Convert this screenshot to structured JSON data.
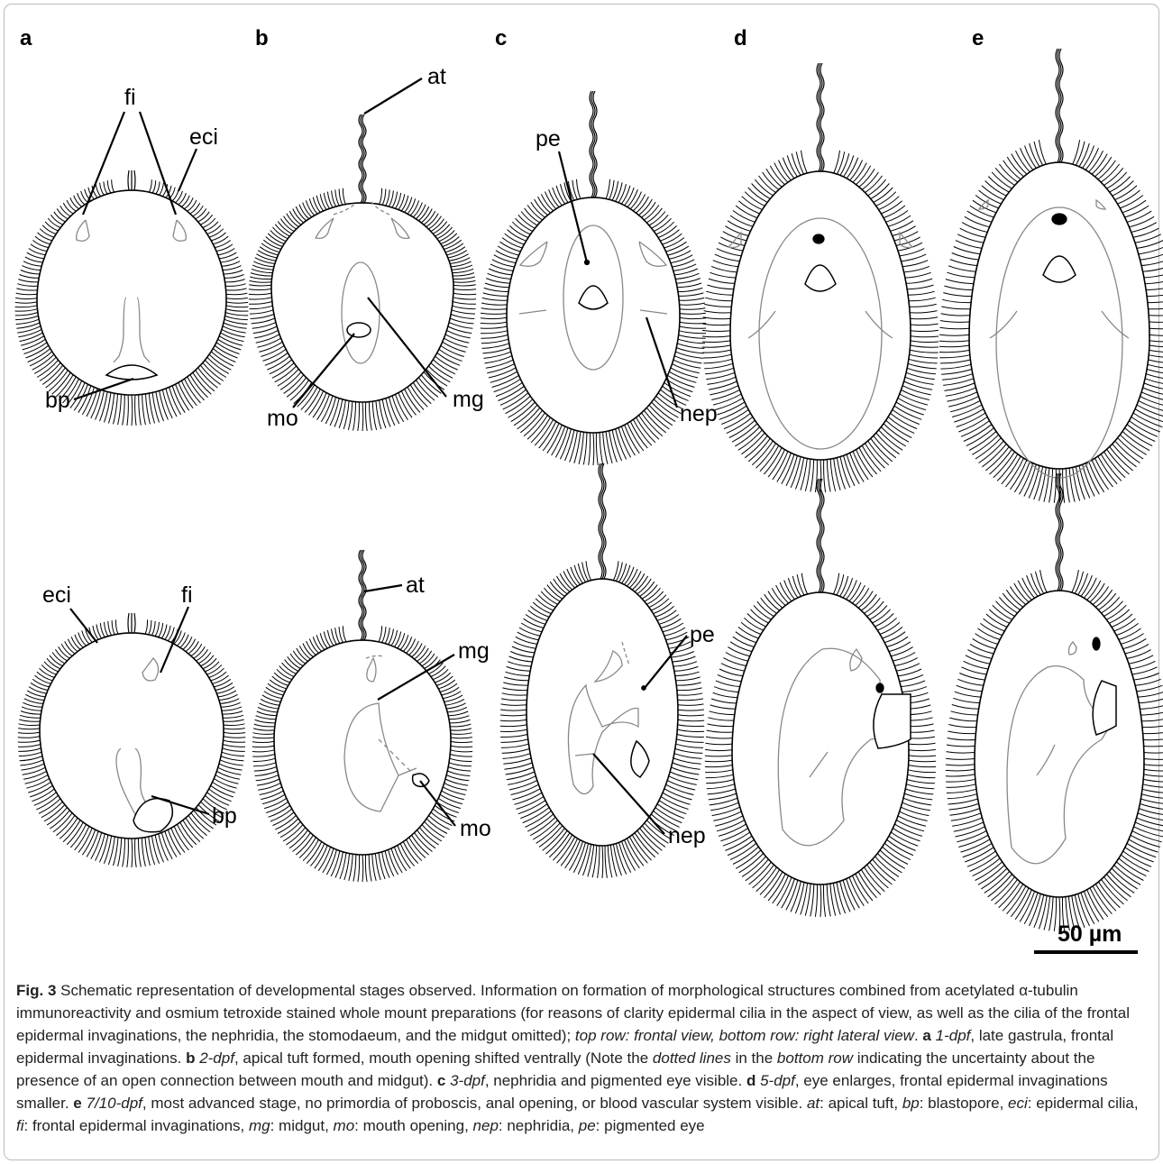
{
  "figure": {
    "panels": [
      "a",
      "b",
      "c",
      "d",
      "e"
    ],
    "labels": {
      "a_top": [
        "fi",
        "eci",
        "bp"
      ],
      "b_top": [
        "at",
        "mo",
        "mg"
      ],
      "c_top": [
        "pe",
        "nep"
      ],
      "a_bottom": [
        "eci",
        "fi",
        "bp"
      ],
      "b_bottom": [
        "at",
        "mg",
        "mo"
      ],
      "c_bottom": [
        "pe",
        "nep"
      ]
    },
    "scale_bar": "50 µm"
  },
  "caption": {
    "fig_label": "Fig. 3",
    "segments": [
      {
        "t": "Schematic representation of developmental stages observed. Information on formation of morphological structures combined from acetylated α-tubulin immunoreactivity and osmium tetroxide stained whole mount preparations (for reasons of clarity epidermal cilia in the aspect of view, as well as the cilia of the frontal epidermal invaginations, the nephridia, the stomodaeum, and the midgut omitted); ",
        "s": "n"
      },
      {
        "t": "top row: frontal view, bottom row: right lateral view",
        "s": "i"
      },
      {
        "t": ". ",
        "s": "n"
      },
      {
        "t": "a",
        "s": "b"
      },
      {
        "t": " ",
        "s": "n"
      },
      {
        "t": "1-dpf",
        "s": "i"
      },
      {
        "t": ", late gastrula, frontal epidermal invaginations. ",
        "s": "n"
      },
      {
        "t": "b",
        "s": "b"
      },
      {
        "t": " ",
        "s": "n"
      },
      {
        "t": "2-dpf",
        "s": "i"
      },
      {
        "t": ", apical tuft formed, mouth opening shifted ventrally (Note the ",
        "s": "n"
      },
      {
        "t": "dotted lines",
        "s": "i"
      },
      {
        "t": " in the ",
        "s": "n"
      },
      {
        "t": "bottom row",
        "s": "i"
      },
      {
        "t": " indicating the uncertainty about the presence of an open connection between mouth and midgut). ",
        "s": "n"
      },
      {
        "t": "c",
        "s": "b"
      },
      {
        "t": " ",
        "s": "n"
      },
      {
        "t": "3-dpf",
        "s": "i"
      },
      {
        "t": ", nephridia and pigmented eye visible. ",
        "s": "n"
      },
      {
        "t": "d",
        "s": "b"
      },
      {
        "t": " ",
        "s": "n"
      },
      {
        "t": "5-dpf",
        "s": "i"
      },
      {
        "t": ", eye enlarges, frontal epidermal invaginations smaller. ",
        "s": "n"
      },
      {
        "t": "e",
        "s": "b"
      },
      {
        "t": " ",
        "s": "n"
      },
      {
        "t": "7/10-dpf",
        "s": "i"
      },
      {
        "t": ", most advanced stage, no primordia of proboscis, anal opening, or blood vascular system visible. ",
        "s": "n"
      },
      {
        "t": "at",
        "s": "i"
      },
      {
        "t": ": apical tuft, ",
        "s": "n"
      },
      {
        "t": "bp",
        "s": "i"
      },
      {
        "t": ": blastopore, ",
        "s": "n"
      },
      {
        "t": "eci",
        "s": "i"
      },
      {
        "t": ": epidermal cilia, ",
        "s": "n"
      },
      {
        "t": "fi",
        "s": "i"
      },
      {
        "t": ": frontal epidermal invaginations, ",
        "s": "n"
      },
      {
        "t": "mg",
        "s": "i"
      },
      {
        "t": ": midgut, ",
        "s": "n"
      },
      {
        "t": "mo",
        "s": "i"
      },
      {
        "t": ": mouth opening, ",
        "s": "n"
      },
      {
        "t": "nep",
        "s": "i"
      },
      {
        "t": ": nephridia, ",
        "s": "n"
      },
      {
        "t": "pe",
        "s": "i"
      },
      {
        "t": ": pigmented eye",
        "s": "n"
      }
    ]
  }
}
